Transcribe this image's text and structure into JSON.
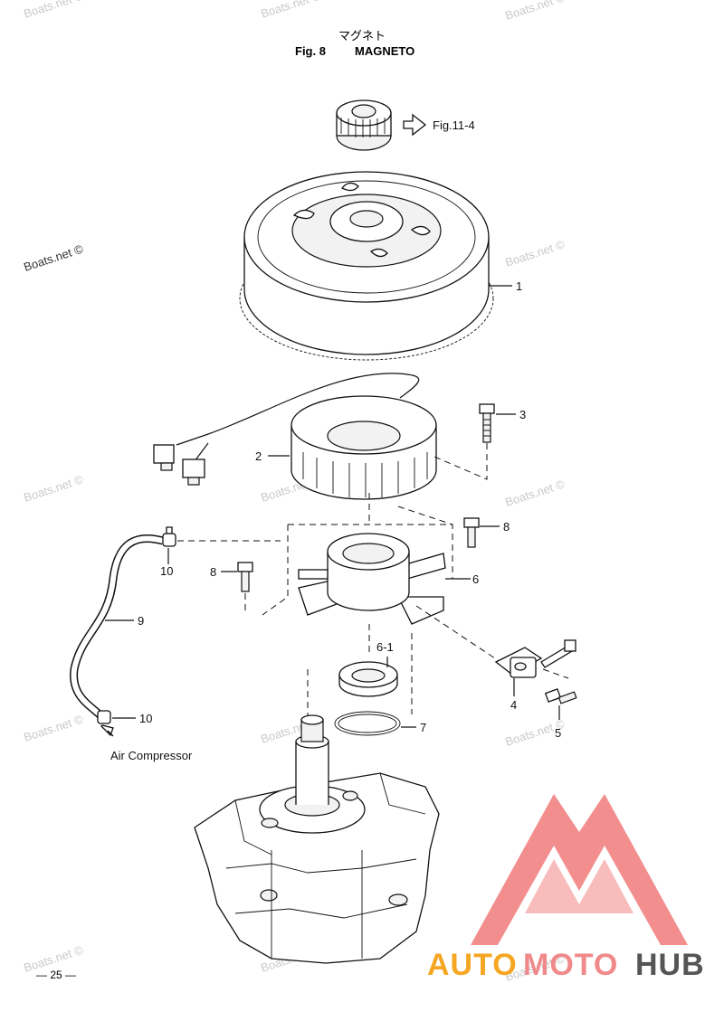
{
  "header": {
    "title_jp": "マグネト",
    "fig_number": "Fig. 8",
    "fig_title": "MAGNETO"
  },
  "watermark": "Boats.net ©",
  "reference": {
    "arrow_label": "Fig.11-4"
  },
  "callouts": [
    {
      "id": "c1",
      "text": "1"
    },
    {
      "id": "c2",
      "text": "2"
    },
    {
      "id": "c3",
      "text": "3"
    },
    {
      "id": "c4",
      "text": "4"
    },
    {
      "id": "c5",
      "text": "5"
    },
    {
      "id": "c6",
      "text": "6"
    },
    {
      "id": "c61",
      "text": "6-1"
    },
    {
      "id": "c7",
      "text": "7"
    },
    {
      "id": "c8a",
      "text": "8"
    },
    {
      "id": "c8b",
      "text": "8"
    },
    {
      "id": "c9",
      "text": "9"
    },
    {
      "id": "c10a",
      "text": "10"
    },
    {
      "id": "c10b",
      "text": "10"
    }
  ],
  "hose_destination": "Air Compressor",
  "page_number": "— 25 —",
  "logo": {
    "part1": "AUTO",
    "part2": "MOTO",
    "part3": "HUB",
    "colors": {
      "auto": "#f5a623",
      "moto": "#f08a8a",
      "hub": "#555555",
      "mark": "#f07a7a"
    }
  }
}
